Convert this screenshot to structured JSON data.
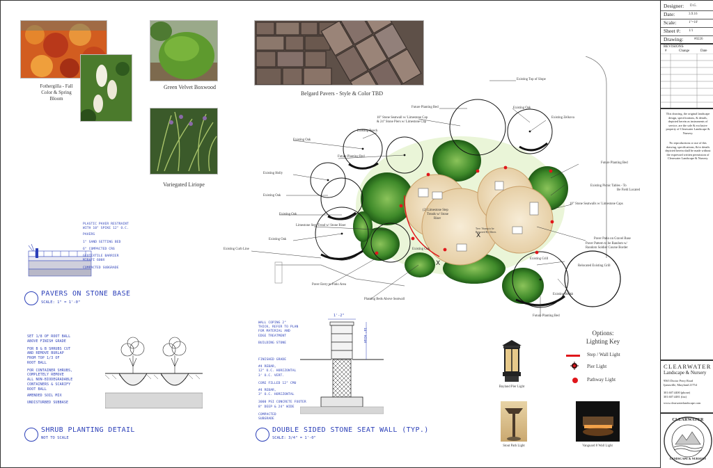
{
  "photos": {
    "fothergilla": {
      "caption_line1": "Fothergilla - Fall",
      "caption_line2": "Color & Spring",
      "caption_line3": "Bloom"
    },
    "boxwood": {
      "caption": "Green Velvet Boxwood"
    },
    "liriope": {
      "caption": "Variegated Liriope"
    },
    "pavers": {
      "caption": "Belgard Pavers - Style & Color TBD"
    }
  },
  "details": {
    "pavers": {
      "title": "PAVERS ON STONE BASE",
      "scale": "SCALE: 1\" = 1'-0\"",
      "notes": [
        "PLASTIC PAVER RESTRAINT",
        "WITH 10\" SPIKE 12\" O.C.",
        "PAVERS",
        "1\" SAND SETTING BED",
        "6\" COMPACTED CR6",
        "GEOTEXTILE BARRIER",
        "MIRAFI 600X",
        "COMPACTED SUBGRADE"
      ]
    },
    "shrub": {
      "title": "SHRUB PLANTING DETAIL",
      "scale": "NOT TO SCALE",
      "notes": [
        "SET 1/8 OF ROOT BALL",
        "ABOVE FINISH GRADE",
        "FOR B & B SHRUBS CUT",
        "AND REMOVE BURLAP",
        "FROM TOP 1/3 OF",
        "ROOT BALL",
        "FOR CONTAINER SHRUBS,",
        "COMPLETELY REMOVE",
        "ALL NON-BIODEGRADABLE",
        "CONTAINERS & SCARIFY",
        "ROOT BALL",
        "AMENDED SOIL MIX",
        "UNDISTURBED SUBBASE"
      ]
    },
    "wall": {
      "title": "DOUBLE SIDED STONE SEAT WALL (TYP.)",
      "scale": "SCALE: 3/4\" = 1'-0\"",
      "notes": [
        "WALL COPING 2\"",
        "THICK, REFER TO PLAN",
        "FOR MATERIAL AND",
        "EDGE TREATMENT",
        "BUILDING STONE",
        "FINISHED GRADE",
        "#4 REBAR,",
        "12\" O.C. HORIZONTAL",
        "3' O.C. VERT.",
        "CORE FILLED 12\" CMU",
        "#4 REBAR,",
        "3\" O.C. HORIZONTAL",
        "3000 PSI CONCRETE FOOTER",
        "8\" DEEP & 24\" WIDE",
        "COMPACTED",
        "SUBGRADE"
      ],
      "dimension": "1'-2\"",
      "height_note": "18\" HIGH"
    }
  },
  "plan_labels": {
    "l1": "Existing Top of Slope",
    "l2": "Future Planting Bed",
    "l3": "18\" Stone Seatwall w/ Limestone Cap",
    "l4": "& 24\" Stone Piers w/ Limestone Cap",
    "l5": "Existing Oak",
    "l6": "Existing Zelkova",
    "l7": "Existing Beech",
    "l8": "Existing Oak",
    "l9": "Future Planting Bed",
    "l10": "Future Planting Bed",
    "l11": "Existing Holly",
    "l12": "Existing Oak",
    "l13": "Existing Picnic Tables - To",
    "l14": "Be Field Located",
    "l15": "18\" Stone Seatwalls w/ Limestone Caps",
    "l16": "Existing Oak",
    "l17": "Limestone Step Tread w/ Stone Riser",
    "l18": "(2) Limestone Step",
    "l19": "Treads w/ Stone",
    "l20": "Riser",
    "l21": "Existing Oak",
    "l22": "Existing Curb Line",
    "l23": "Paver Patio on Gravel Base",
    "l24": "Paver Pattern to be Random w/",
    "l25": "Random Soldier Course Border",
    "l26": "Existing Grill",
    "l27": "Relocated Existing Grill",
    "l28": "Paver Entry to Patio Area",
    "l29": "Planting Beds Above Seatwall",
    "l30": "Existing Beech",
    "l31": "Future Planting Bed",
    "l32": "Tree / Stump to be",
    "l33": "Removed By Others",
    "l34": "Existing Oak"
  },
  "legend": {
    "title_line1": "Options:",
    "title_line2": "Lighting Key",
    "items": [
      {
        "label": "Step / Wall Light"
      },
      {
        "label": "Pier Light"
      },
      {
        "label": "Pathway Light"
      }
    ],
    "fixtures": {
      "pier": "Bayland Pier Light",
      "path": "Stout Path Light",
      "wall": "Vanguard 8 Wall Light"
    }
  },
  "title_block": {
    "designer_label": "Designer:",
    "designer_value": "D.G.",
    "date_label": "Date:",
    "date_value": "3.9.16",
    "scale_label": "Scale:",
    "scale_value": "1\"=10'",
    "sheet_label": "Sheet #:",
    "sheet_value": "1/1",
    "drawing_label": "Drawing:",
    "drawing_value": "#0226",
    "revisions_title": "REVISIONS",
    "rev_col1": "#",
    "rev_col2": "Change",
    "rev_col3": "Date",
    "disclaimer1": "This drawing, the original landscape design, specifications, & details, depicted herein as instruments of service, are the sole & exclusive property of Clearwater Landscape & Nursery.",
    "disclaimer2": "No reproductions or use of this drawing, specifications, &/or details depicted herein shall be made without the expressed written permission of Clearwater Landscape & Nursery.",
    "company_name": "CLEARWATER",
    "company_sub": "Landscape & Nursery",
    "address1": "9565 Doctor Perry Road",
    "address2": "Ijamsville, Maryland 21754",
    "phone": "301.607.4400 (phone)",
    "fax": "301.607.4481 (fax)",
    "web": "www.clearwaterlandscape.com",
    "seal_top": "CLEARWATER",
    "seal_bottom": "LANDSCAPE & NURSERY"
  },
  "colors": {
    "cad_blue": "#2b3fb8",
    "red_light": "#e0161b",
    "foliage": "#3f8a2a",
    "patio": "#efdfc2"
  }
}
